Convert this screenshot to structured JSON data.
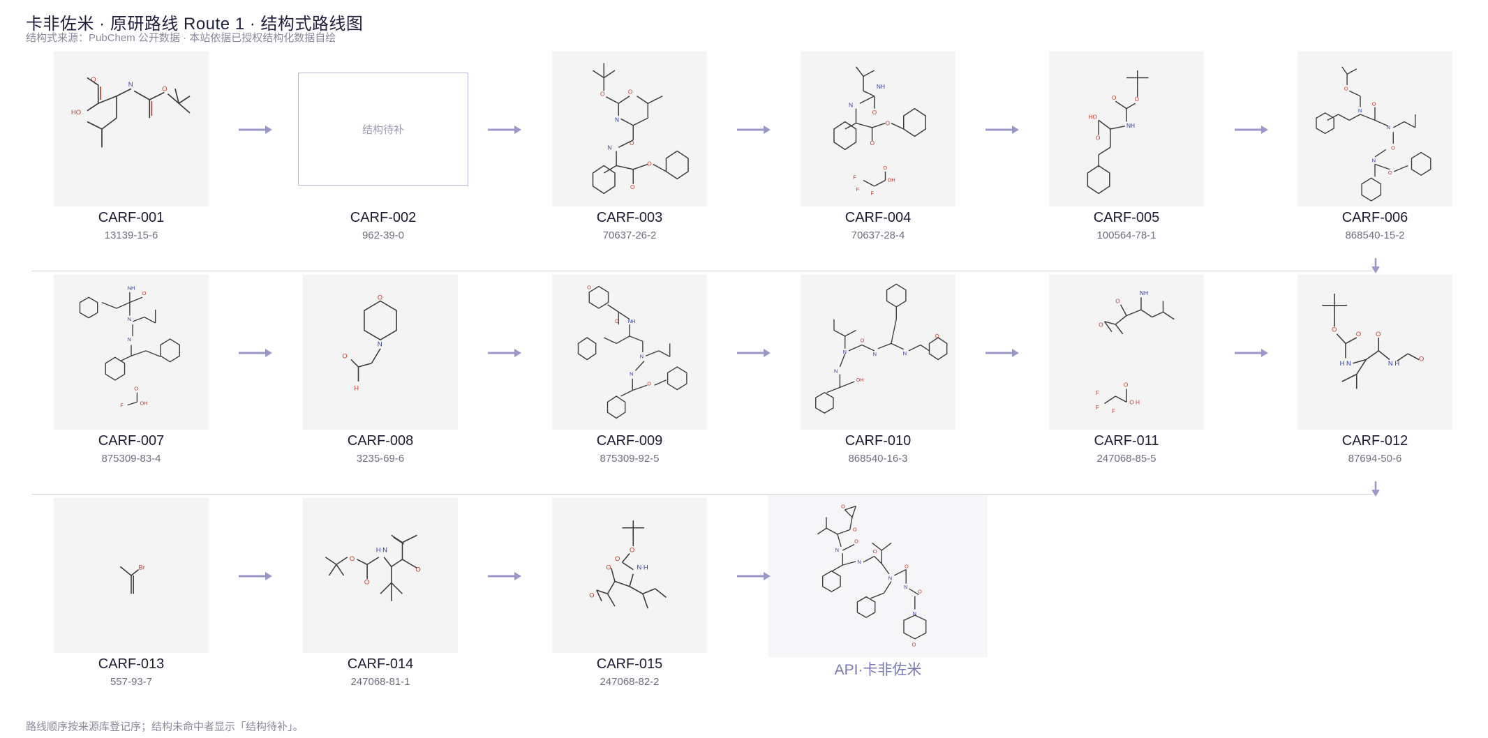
{
  "header": {
    "title": "卡非佐米 · 原研路线 Route 1 · 结构式路线图",
    "subtitle": "结构式来源：PubChem 公开数据 · 本站依据已授权结构化数据自绘"
  },
  "compounds": [
    {
      "id": "CARF-001",
      "cas": "13139-15-6"
    },
    {
      "id": "CARF-002",
      "cas": "962-39-0",
      "placeholder": "结构待补"
    },
    {
      "id": "CARF-003",
      "cas": "70637-26-2"
    },
    {
      "id": "CARF-004",
      "cas": "70637-28-4"
    },
    {
      "id": "CARF-005",
      "cas": "100564-78-1"
    },
    {
      "id": "CARF-006",
      "cas": "868540-15-2"
    },
    {
      "id": "CARF-007",
      "cas": "875309-83-4"
    },
    {
      "id": "CARF-008",
      "cas": "3235-69-6"
    },
    {
      "id": "CARF-009",
      "cas": "875309-92-5"
    },
    {
      "id": "CARF-010",
      "cas": "868540-16-3"
    },
    {
      "id": "CARF-011",
      "cas": "247068-85-5"
    },
    {
      "id": "CARF-012",
      "cas": "87694-50-6"
    },
    {
      "id": "CARF-013",
      "cas": "557-93-7"
    },
    {
      "id": "CARF-014",
      "cas": "247068-81-1"
    },
    {
      "id": "CARF-015",
      "cas": "247068-82-2"
    }
  ],
  "api": {
    "label": "API·卡非佐米"
  },
  "footer": {
    "note": "路线顺序按来源库登记序；结构未命中者显示「结构待补」。"
  },
  "colors": {
    "arrow": "#9b97c9",
    "bond": "#3a3a3a",
    "oxygen": "#c0392b",
    "nitrogen": "#2e3a9e",
    "box": "#f4f4f4"
  }
}
